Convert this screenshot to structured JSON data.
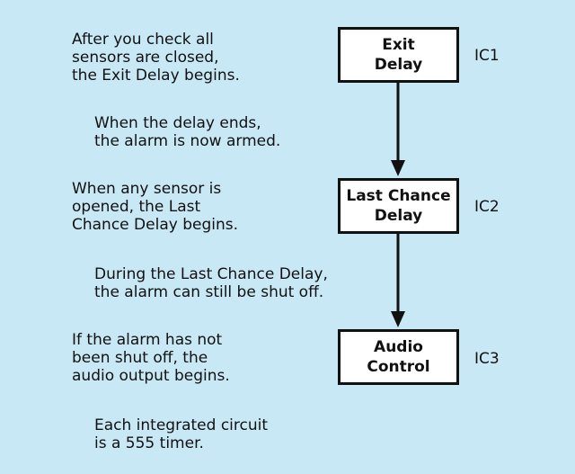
{
  "notes": [
    {
      "lines": [
        "After you check all",
        "sensors are closed,",
        "the Exit Delay begins."
      ]
    },
    {
      "lines": [
        "When the delay ends,",
        "the alarm is now armed."
      ]
    },
    {
      "lines": [
        "When any sensor is",
        "opened, the Last",
        "Chance Delay begins."
      ]
    },
    {
      "lines": [
        "During the Last Chance Delay,",
        "the alarm can still be shut off."
      ]
    },
    {
      "lines": [
        "If the alarm has not",
        "been shut off, the",
        "audio output begins."
      ]
    },
    {
      "lines": [
        "Each integrated circuit",
        "is a 555 timer."
      ]
    }
  ],
  "boxes": [
    {
      "lines": [
        "Exit",
        "Delay"
      ],
      "label": "IC1"
    },
    {
      "lines": [
        "Last Chance",
        "Delay"
      ],
      "label": "IC2"
    },
    {
      "lines": [
        "Audio",
        "Control"
      ],
      "label": "IC3"
    }
  ]
}
